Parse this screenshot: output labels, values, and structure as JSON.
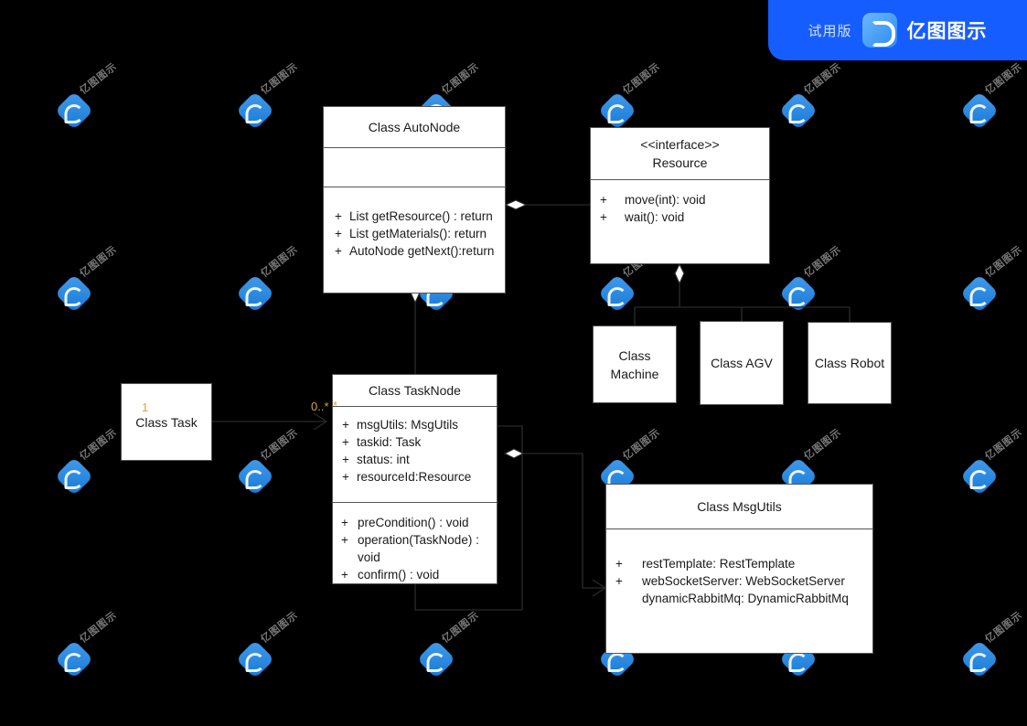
{
  "banner": {
    "trial_label": "试用版",
    "brand": "亿图图示",
    "bg_color": "#165dff"
  },
  "watermark": {
    "text": "亿图图示",
    "logo_color": "#2d8bf0",
    "text_color": "#8c8c8c"
  },
  "diagram": {
    "type": "uml-class-diagram",
    "background": "#000000",
    "box_fill": "#ffffff",
    "box_stroke": "#555555",
    "classes": [
      {
        "id": "autonode",
        "title": "Class AutoNode",
        "attributes": [],
        "methods": [
          {
            "vis": "+",
            "text": "List getResource() : return"
          },
          {
            "vis": "+",
            "text": "List getMaterials(): return"
          },
          {
            "vis": "+",
            "text": "AutoNode getNext():return"
          }
        ]
      },
      {
        "id": "resource",
        "stereotype": "<<interface>>",
        "title": "Resource",
        "methods": [
          {
            "vis": "+",
            "text": "move(int): void"
          },
          {
            "vis": "+",
            "text": "wait(): void"
          }
        ]
      },
      {
        "id": "machine",
        "title": "Class\nMachine"
      },
      {
        "id": "agv",
        "title": "Class AGV"
      },
      {
        "id": "robot",
        "title": "Class Robot"
      },
      {
        "id": "task",
        "title": "Class Task"
      },
      {
        "id": "tasknode",
        "title": "Class TaskNode",
        "attributes": [
          {
            "vis": "+",
            "text": "msgUtils: MsgUtils"
          },
          {
            "vis": "+",
            "text": "taskid: Task"
          },
          {
            "vis": "+",
            "text": "status: int"
          },
          {
            "vis": "+",
            "text": "resourceId:Resource"
          }
        ],
        "methods": [
          {
            "vis": "+",
            "text": "preCondition() : void"
          },
          {
            "vis": "+",
            "text": "operation(TaskNode) : void"
          },
          {
            "vis": "+",
            "text": "confirm() : void"
          }
        ]
      },
      {
        "id": "msgutils",
        "title": "Class MsgUtils",
        "attributes": [
          {
            "vis": "+",
            "text": "restTemplate: RestTemplate"
          },
          {
            "vis": "+",
            "text": "webSocketServer: WebSocketServer"
          },
          {
            "vis": "",
            "text": "dynamicRabbitMq: DynamicRabbitMq"
          }
        ]
      }
    ],
    "multiplicities": [
      {
        "id": "task-end",
        "label": "1"
      },
      {
        "id": "tasknode-end",
        "label": "0..*"
      },
      {
        "id": "tasknode-top",
        "label": "*"
      }
    ],
    "relationships": [
      {
        "from": "autonode",
        "to": "resource",
        "kind": "aggregation"
      },
      {
        "from": "autonode",
        "to": "tasknode",
        "kind": "aggregation"
      },
      {
        "from": "resource",
        "to": "machine",
        "kind": "aggregation-tree"
      },
      {
        "from": "resource",
        "to": "agv",
        "kind": "aggregation-tree"
      },
      {
        "from": "resource",
        "to": "robot",
        "kind": "aggregation-tree"
      },
      {
        "from": "task",
        "to": "tasknode",
        "kind": "association"
      },
      {
        "from": "tasknode",
        "to": "msgutils",
        "kind": "aggregation-directed"
      },
      {
        "from": "tasknode",
        "to": "tasknode",
        "kind": "self-loop"
      }
    ]
  }
}
